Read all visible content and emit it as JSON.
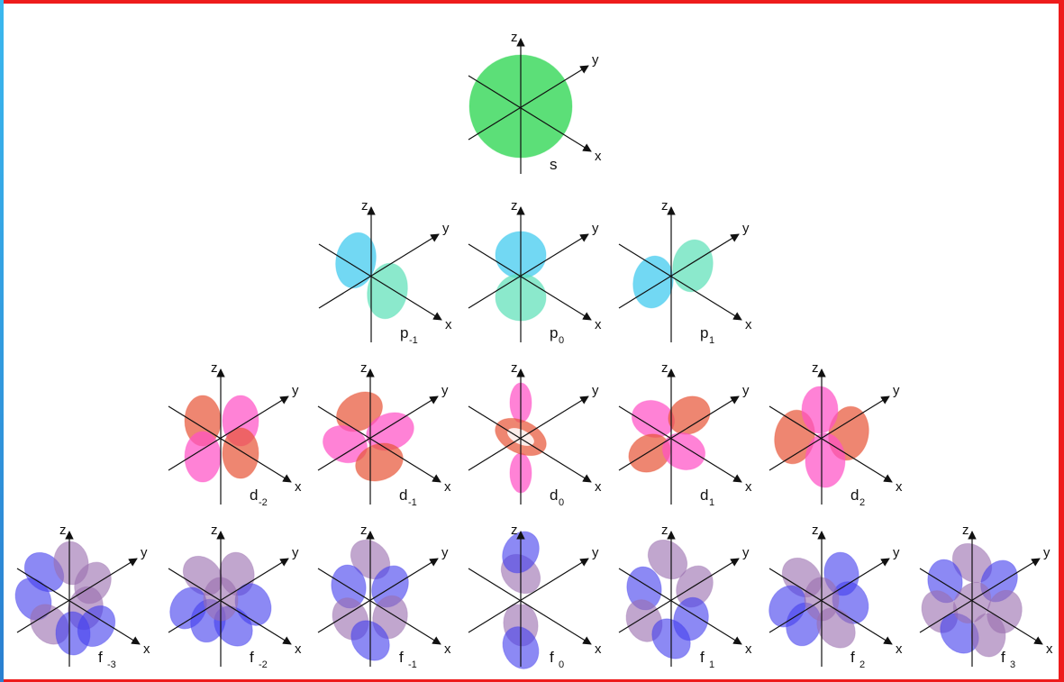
{
  "colors": {
    "s": "#3fd960",
    "p": "#3cc9ef",
    "p_alt": "#5ee0b8",
    "d": "#ff52c6",
    "d_alt": "#e8573a",
    "f": "#4640ee",
    "f_alt": "#9b6fb0",
    "frame": "#ee1c1c",
    "axis": "#111111"
  },
  "axes": {
    "x": "x",
    "y": "y",
    "z": "z"
  },
  "rows": [
    {
      "label": "s",
      "orbitals": [
        {
          "name": "s",
          "sub": "",
          "shape": "sphere"
        }
      ]
    },
    {
      "label": "p",
      "orbitals": [
        {
          "name": "p",
          "sub": "-1",
          "shape": "p-1"
        },
        {
          "name": "p",
          "sub": "0",
          "shape": "p0"
        },
        {
          "name": "p",
          "sub": "1",
          "shape": "p1"
        }
      ]
    },
    {
      "label": "d",
      "orbitals": [
        {
          "name": "d",
          "sub": "-2",
          "shape": "d-2"
        },
        {
          "name": "d",
          "sub": "-1",
          "shape": "d-1"
        },
        {
          "name": "d",
          "sub": "0",
          "shape": "d0"
        },
        {
          "name": "d",
          "sub": "1",
          "shape": "d1"
        },
        {
          "name": "d",
          "sub": "2",
          "shape": "d2"
        }
      ]
    },
    {
      "label": "f",
      "orbitals": [
        {
          "name": "f",
          "sub": "-3",
          "shape": "f-3"
        },
        {
          "name": "f",
          "sub": "-2",
          "shape": "f-2"
        },
        {
          "name": "f",
          "sub": "-1",
          "shape": "f-1"
        },
        {
          "name": "f",
          "sub": "0",
          "shape": "f0"
        },
        {
          "name": "f",
          "sub": "1",
          "shape": "f1"
        },
        {
          "name": "f",
          "sub": "2",
          "shape": "f2"
        },
        {
          "name": "f",
          "sub": "3",
          "shape": "f3"
        }
      ]
    }
  ]
}
